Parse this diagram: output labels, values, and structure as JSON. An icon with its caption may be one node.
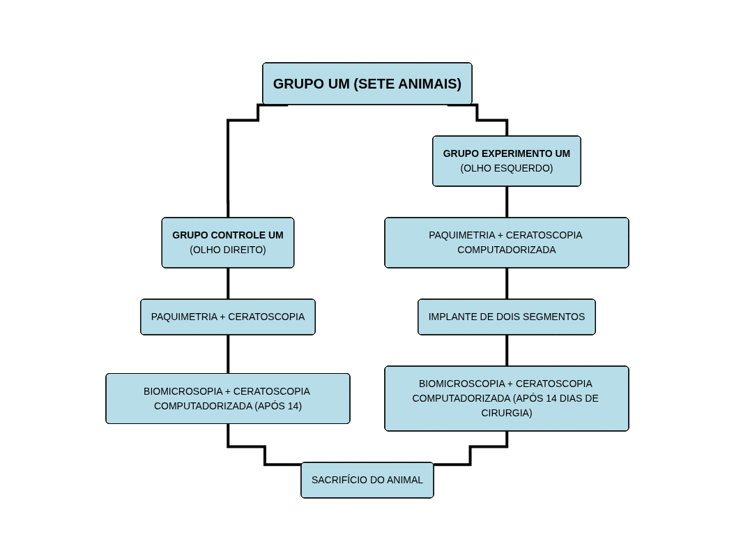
{
  "diagram": {
    "nodes": [
      {
        "text": [
          "GRUPO UM (SETE ANIMAIS)"
        ]
      },
      {
        "text": [
          "GRUPO CONTROLE UM",
          "(OLHO DIREITO)"
        ]
      },
      {
        "text": [
          "GRUPO EXPERIMENTO UM",
          "(OLHO ESQUERDO)"
        ]
      },
      {
        "text": [
          "PAQUIMETRIA + CERATOSCOPIA"
        ]
      },
      {
        "text": [
          "PAQUIMETRIA + CERATOSCOPIA COMPUTADORIZADA"
        ]
      },
      {
        "text": [
          "IMPLANTE DE DOIS SEGMENTOS"
        ]
      },
      {
        "text": [
          "BIOMICROSOPIA + CERATOSCOPIA COMPUTADORIZADA (APÓS 14)"
        ]
      },
      {
        "text": [
          "BIOMICROSCOPIA + CERATOSCOPIA COMPUTADORIZADA (APÓS 14 DIAS DE CIRURGIA)"
        ]
      },
      {
        "text": [
          "SACRIFÍCIO DO ANIMAL"
        ]
      }
    ],
    "edges": [
      {
        "from": 0,
        "to": 1,
        "arrow": "none"
      },
      {
        "from": 0,
        "to": 2,
        "arrow": "none"
      },
      {
        "from": 1,
        "to": 3,
        "arrow": "none"
      },
      {
        "from": 2,
        "to": 4,
        "arrow": "none"
      },
      {
        "from": 3,
        "to": 6,
        "arrow": "none"
      },
      {
        "from": 4,
        "to": 5,
        "arrow": "none"
      },
      {
        "from": 5,
        "to": 7,
        "arrow": "none"
      },
      {
        "from": 6,
        "to": 8,
        "arrow": "none"
      },
      {
        "from": 7,
        "to": 8,
        "arrow": "none"
      }
    ]
  }
}
